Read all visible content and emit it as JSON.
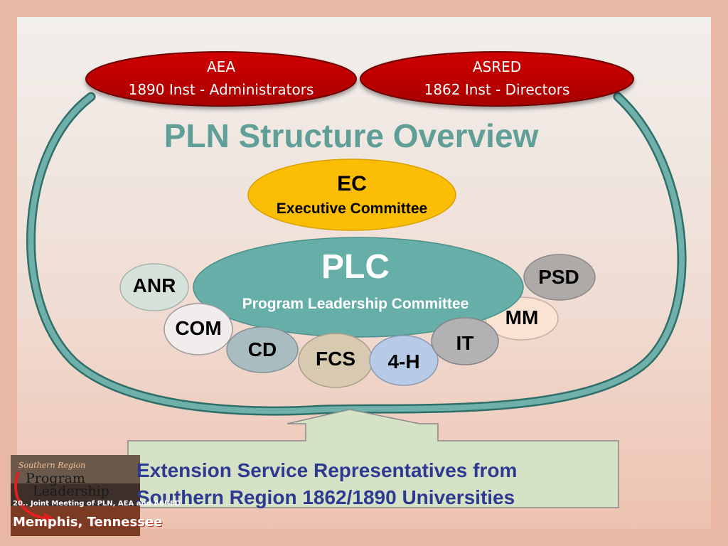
{
  "slide": {
    "title": "PLN Structure Overview",
    "partners": [
      {
        "abbr": "AEA",
        "desc": "1890 Inst - Administrators"
      },
      {
        "abbr": "ASRED",
        "desc": "1862  Inst - Directors"
      }
    ],
    "ec": {
      "abbr": "EC",
      "desc": "Executive Committee"
    },
    "plc": {
      "abbr": "PLC",
      "desc": "Program Leadership Committee"
    },
    "committees": [
      "ANR",
      "COM",
      "CD",
      "FCS",
      "4-H",
      "IT",
      "MM",
      "PSD"
    ],
    "footer": {
      "line1": "Extension Service Representatives from",
      "line2": "Southern Region 1862/1890 Universities"
    },
    "logo": {
      "line1": "Southern Region",
      "line2": "Program",
      "line3": "Leadership",
      "line4": "20.. Joint Meeting of PLN, AEA and ASRED",
      "line5": "Memphis, Tennessee"
    }
  },
  "colors": {
    "ring": "#5f9f98",
    "partner_red": "#c00000",
    "ec_gold": "#fbbe04",
    "plc_teal": "#66afa8",
    "title": "#5f9f98",
    "footer_text": "#2e3a92",
    "footer_box": "#d5e2c6"
  }
}
